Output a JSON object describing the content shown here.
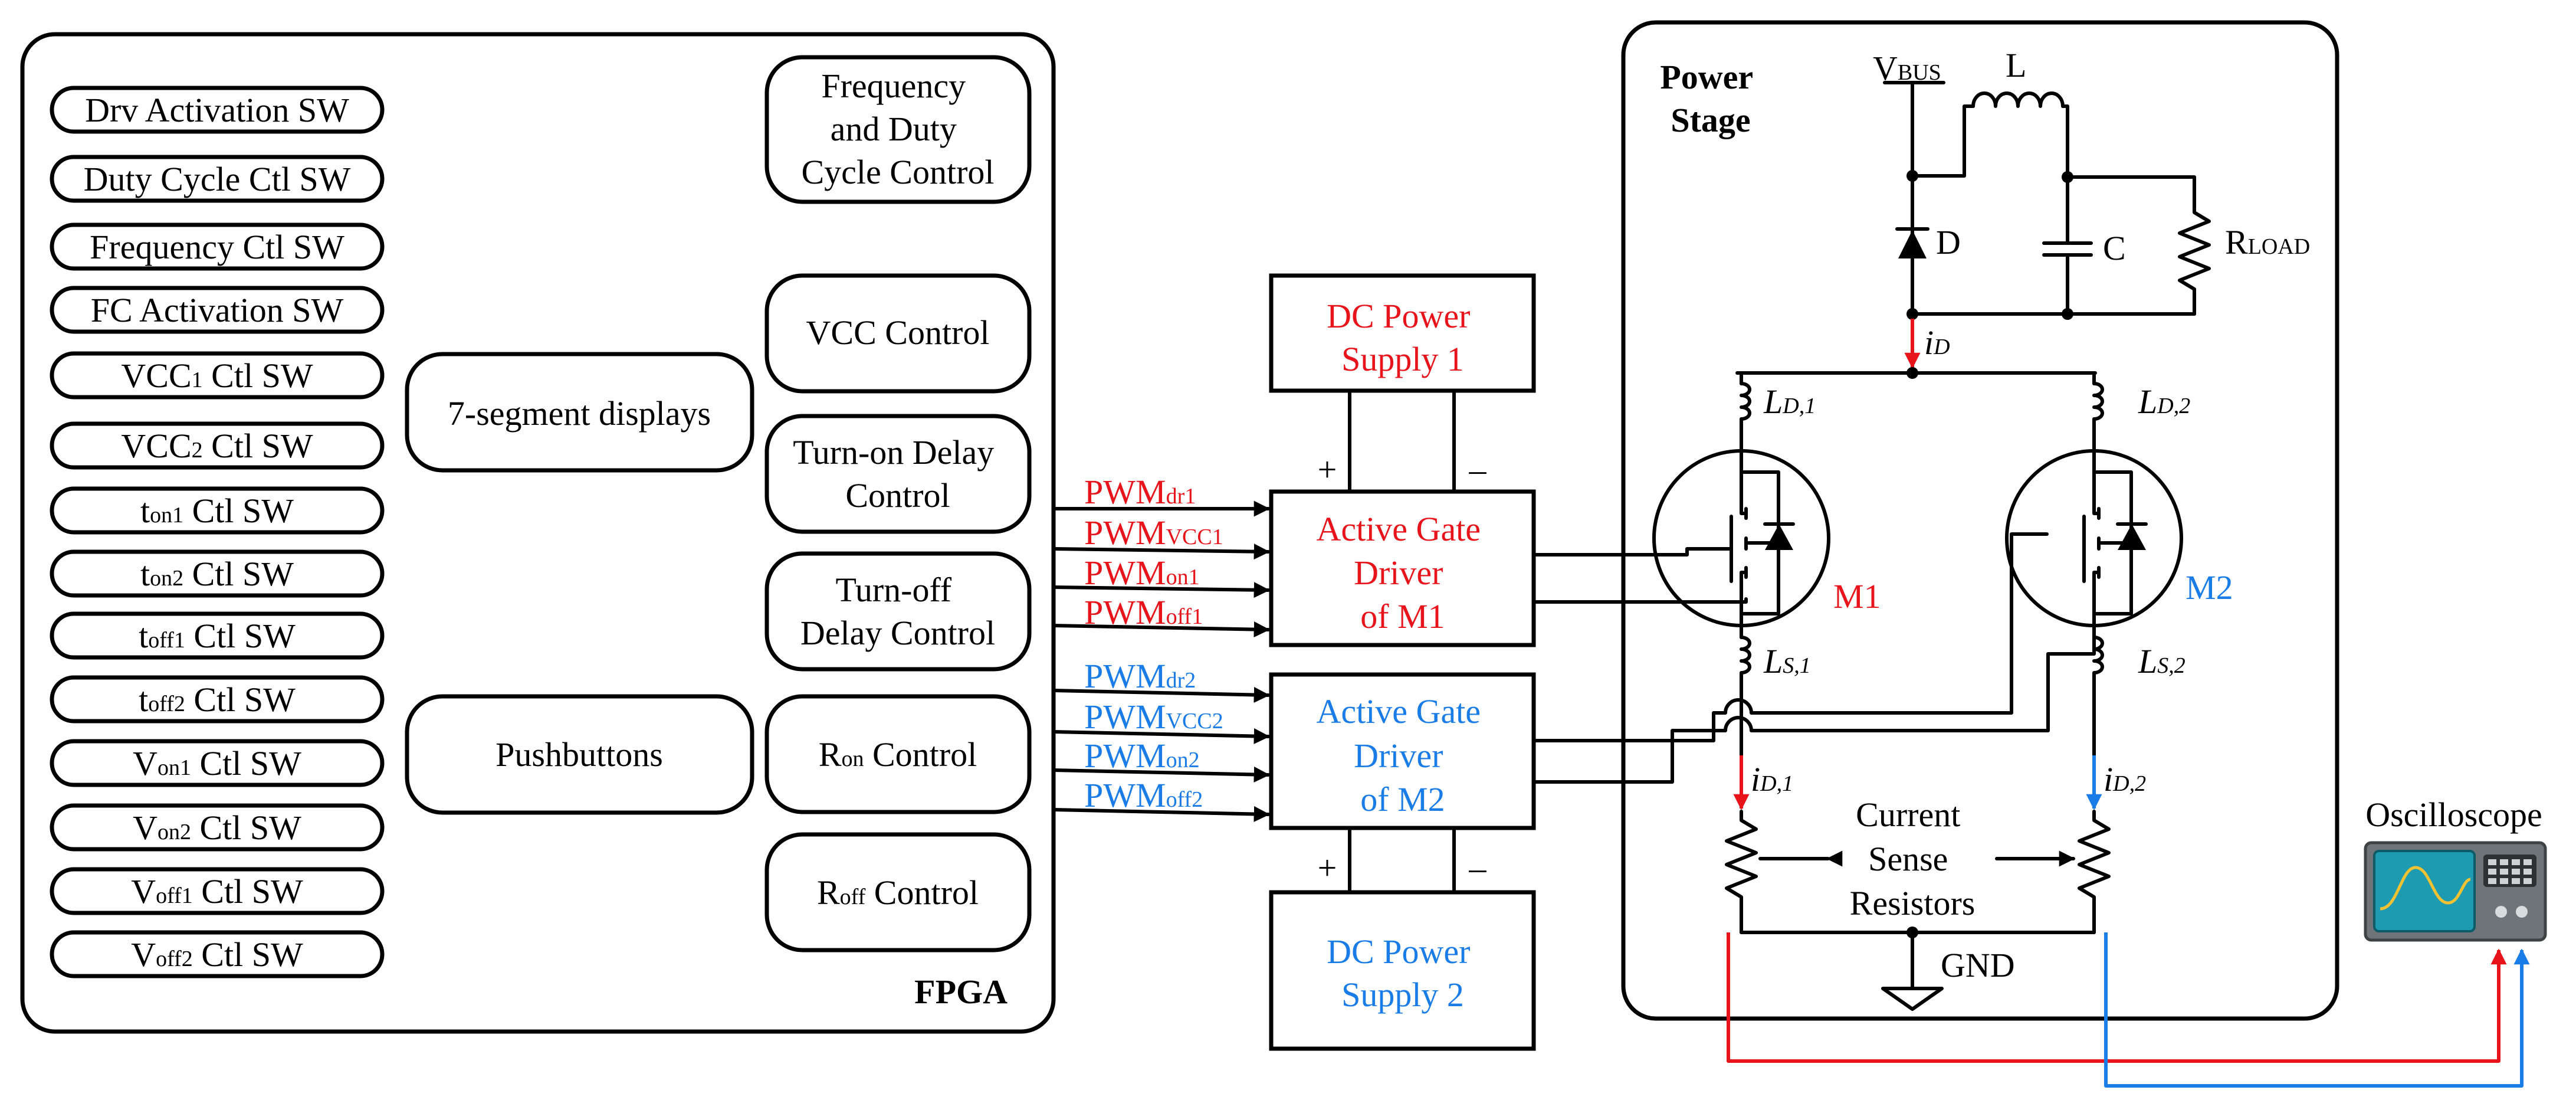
{
  "fpga": {
    "title": "FPGA",
    "switches": [
      {
        "pre": "Drv Activation SW",
        "sub": "",
        "post": ""
      },
      {
        "pre": "Duty Cycle Ctl SW",
        "sub": "",
        "post": ""
      },
      {
        "pre": "Frequency Ctl SW",
        "sub": "",
        "post": ""
      },
      {
        "pre": "FC Activation  SW",
        "sub": "",
        "post": ""
      },
      {
        "pre": "VCC",
        "sub": "1",
        "post": " Ctl SW"
      },
      {
        "pre": "VCC",
        "sub": "2",
        "post": " Ctl SW"
      },
      {
        "pre": "t",
        "sub": "on1",
        "post": " Ctl SW"
      },
      {
        "pre": "t",
        "sub": "on2",
        "post": " Ctl SW"
      },
      {
        "pre": "t",
        "sub": "off1",
        "post": " Ctl SW"
      },
      {
        "pre": "t",
        "sub": "off2",
        "post": " Ctl SW"
      },
      {
        "pre": "V",
        "sub": "on1",
        "post": " Ctl SW"
      },
      {
        "pre": "V",
        "sub": "on2",
        "post": " Ctl SW"
      },
      {
        "pre": "V",
        "sub": "off1",
        "post": " Ctl SW"
      },
      {
        "pre": "V",
        "sub": "off2",
        "post": " Ctl SW"
      }
    ],
    "seven_segment": "7-segment displays",
    "pushbuttons": "Pushbuttons",
    "freq_duty": [
      "Frequency",
      "and Duty",
      "Cycle Control"
    ],
    "vcc_control": "VCC Control",
    "turn_on": [
      "Turn-on Delay",
      "Control"
    ],
    "turn_off": [
      "Turn-off",
      "Delay Control"
    ],
    "ron": {
      "pre": "R",
      "sub": "on",
      "post": " Control"
    },
    "roff": {
      "pre": "R",
      "sub": "off",
      "post": " Control"
    }
  },
  "pwm1": [
    {
      "pre": "PWM",
      "sub": "dr1"
    },
    {
      "pre": "PWM",
      "sub": "VCC1"
    },
    {
      "pre": "PWM",
      "sub": "on1"
    },
    {
      "pre": "PWM",
      "sub": "off1"
    }
  ],
  "pwm2": [
    {
      "pre": "PWM",
      "sub": "dr2"
    },
    {
      "pre": "PWM",
      "sub": "VCC2"
    },
    {
      "pre": "PWM",
      "sub": "on2"
    },
    {
      "pre": "PWM",
      "sub": "off2"
    }
  ],
  "dc1": [
    "DC Power",
    "Supply 1"
  ],
  "dc2": [
    "DC Power",
    "Supply 2"
  ],
  "agd1": [
    "Active Gate",
    "Driver",
    "of M1"
  ],
  "agd2": [
    "Active Gate",
    "Driver",
    "of M2"
  ],
  "plus": "+",
  "minus": "–",
  "power": {
    "title": [
      "Power",
      "Stage"
    ],
    "vbus": {
      "pre": "V",
      "sub": "BUS"
    },
    "L": "L",
    "D": "D",
    "C": "C",
    "rload": {
      "pre": "R",
      "sub": "LOAD"
    },
    "iD": {
      "pre": "i",
      "sub": "D"
    },
    "LD1": {
      "pre": "L",
      "sub": "D,1"
    },
    "LD2": {
      "pre": "L",
      "sub": "D,2"
    },
    "LS1": {
      "pre": "L",
      "sub": "S,1"
    },
    "LS2": {
      "pre": "L",
      "sub": "S,2"
    },
    "M1": "M1",
    "M2": "M2",
    "iD1": {
      "pre": "i",
      "sub": "D,1"
    },
    "iD2": {
      "pre": "i",
      "sub": "D,2"
    },
    "current_sense": [
      "Current",
      "Sense",
      "Resistors"
    ],
    "gnd": "GND"
  },
  "oscilloscope": "Oscilloscope",
  "colors": {
    "red": "#e8141c",
    "blue": "#1a7ce6",
    "scope_screen": "#1e9bb0",
    "trace": "#f2c232"
  }
}
